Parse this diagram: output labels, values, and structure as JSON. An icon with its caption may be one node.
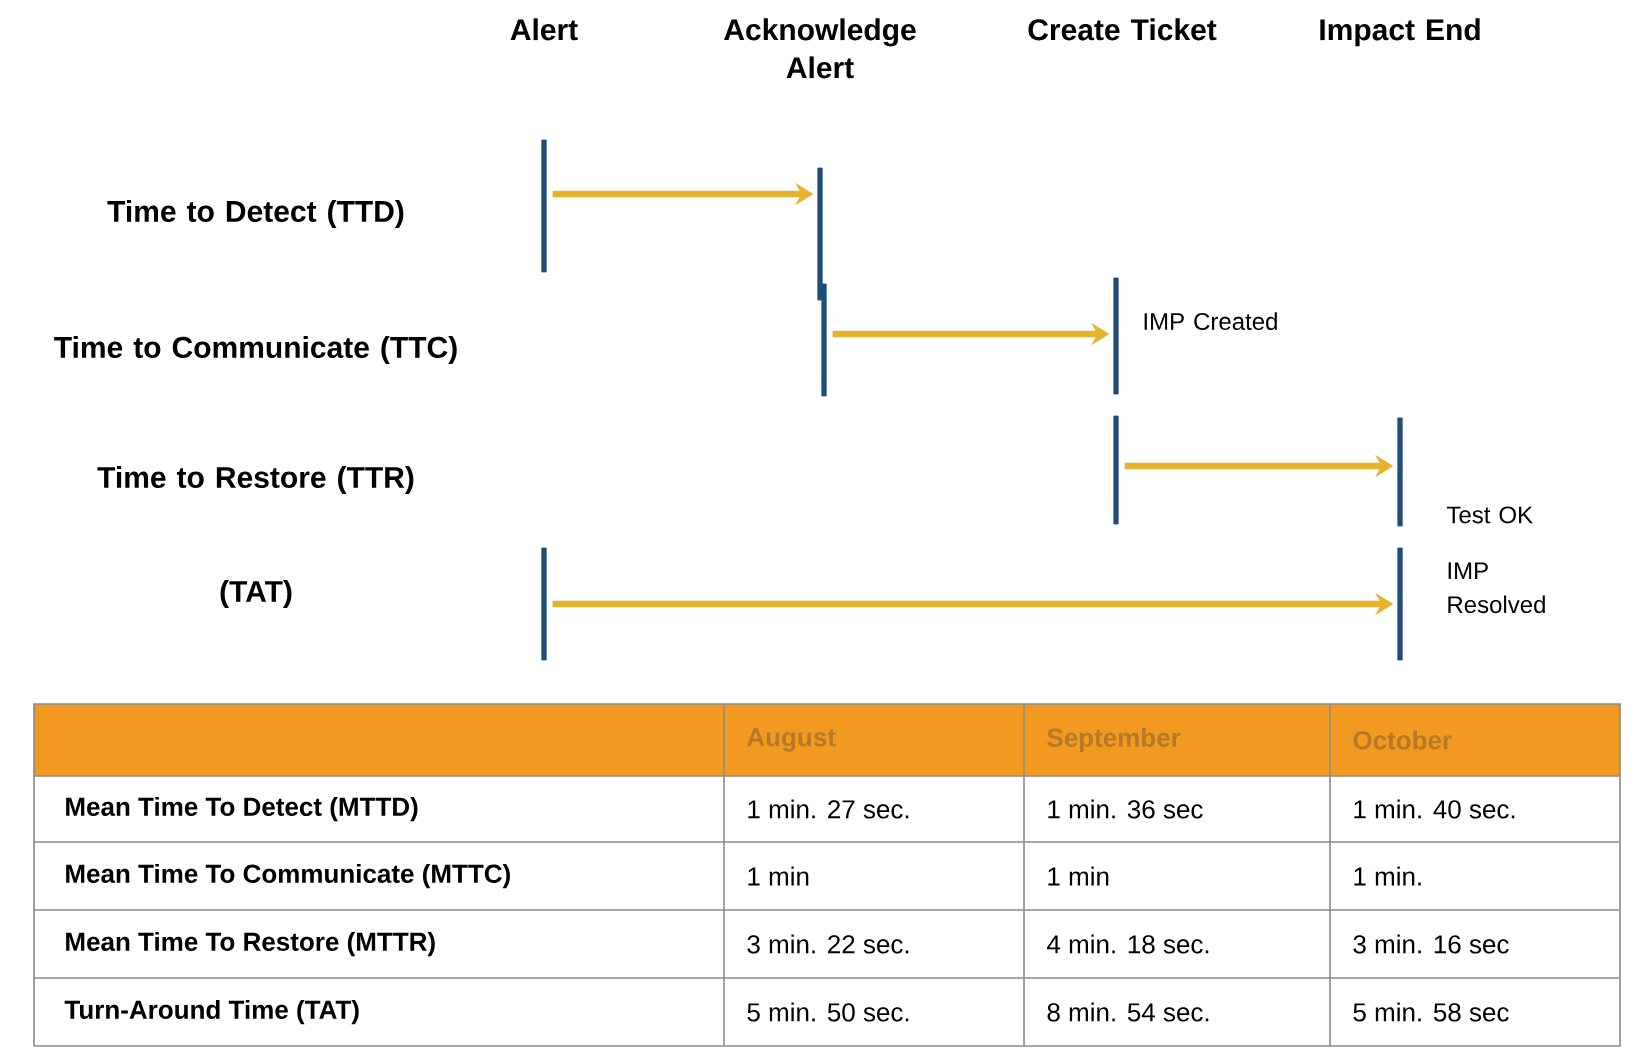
{
  "diagram": {
    "nodes": [
      {
        "text": [],
        "shape": "bar"
      },
      {
        "text": [],
        "shape": "bar"
      },
      {
        "text": [],
        "shape": "bar"
      },
      {
        "text": [],
        "shape": "bar",
        "beside": [
          "IMP Created"
        ]
      },
      {
        "text": [],
        "shape": "bar"
      },
      {
        "text": [],
        "shape": "bar",
        "beside": [
          "Test OK"
        ]
      },
      {
        "text": [],
        "shape": "bar"
      },
      {
        "text": [],
        "shape": "bar",
        "beside": [
          "IMP Resolved"
        ]
      }
    ],
    "edges": [
      {
        "from": 0,
        "to": 1,
        "arrow": "to"
      },
      {
        "from": 2,
        "to": 3,
        "arrow": "to"
      },
      {
        "from": 4,
        "to": 5,
        "arrow": "to"
      },
      {
        "from": 6,
        "to": 7,
        "arrow": "to"
      }
    ],
    "labels": [
      "Alert",
      "Acknowledge Alert",
      "Create Ticket",
      "Impact End",
      "Time to Detect (TTD)",
      "Time to Communicate (TTC)",
      "Time to Restore (TTR)",
      "(TAT)",
      "August",
      "September",
      "October",
      "Mean Time To Detect (MTTD)",
      "1 min. 27 sec.",
      "1 min. 36 sec",
      "1 min. 40 sec.",
      "Mean Time To Communicate (MTTC)",
      "1 min",
      "1 min",
      "1 min.",
      "Mean Time To Restore (MTTR)",
      "3 min. 22 sec.",
      "4 min. 18 sec.",
      "3 min. 16 sec",
      "Turn-Around Time (TAT)",
      "5 min. 50 sec.",
      "8 min. 54 sec.",
      "5 min. 58 sec"
    ]
  }
}
